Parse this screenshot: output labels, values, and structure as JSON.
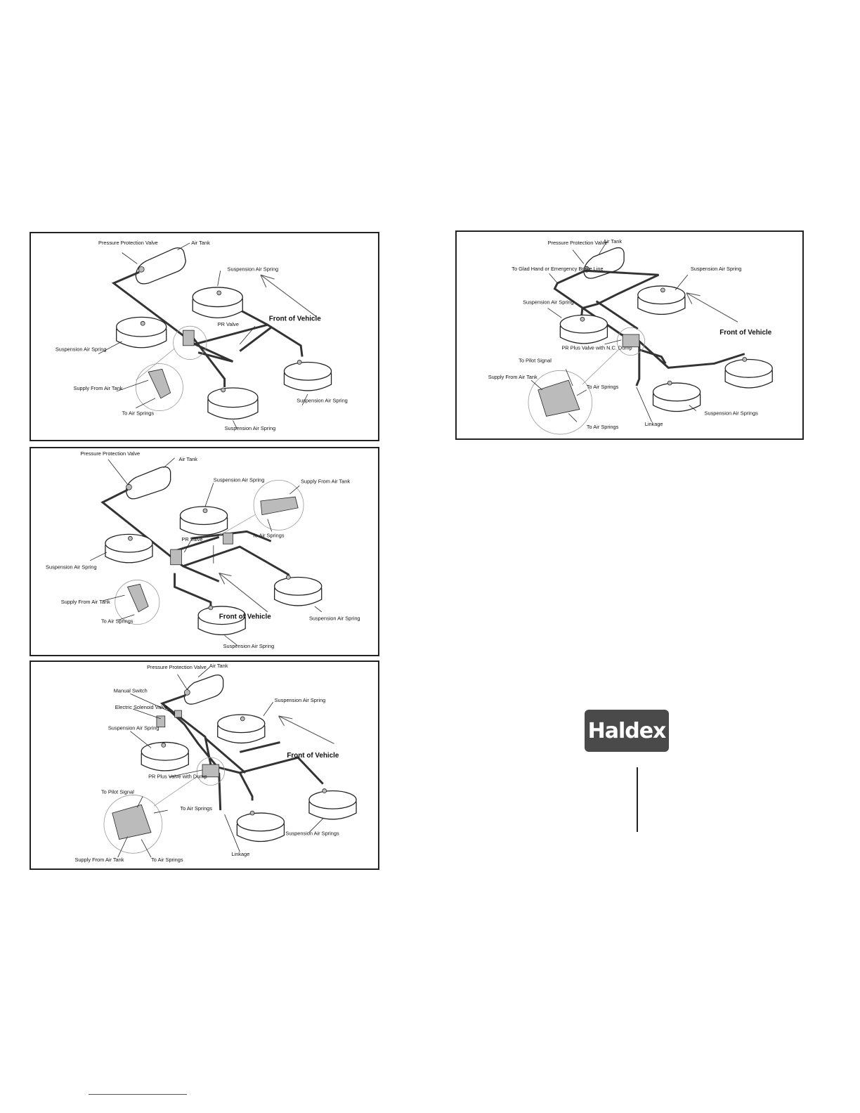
{
  "colors": {
    "line": "#222222",
    "logo_bg": "#4a4a4a",
    "link": "#3355cc"
  },
  "logo": {
    "text": "Haldex"
  },
  "diagram_a": {
    "pressure_protection": "Pressure Protection Valve",
    "air_tank": "Air Tank",
    "spring": "Suspension Air Spring",
    "front": "Front of Vehicle",
    "pr_valve": "PR Valve",
    "supply": "Supply From Air Tank",
    "to_air_springs": "To Air Springs"
  },
  "diagram_b": {
    "pressure_protection": "Pressure Protection Valve",
    "air_tank": "Air Tank",
    "spring": "Suspension Air Spring",
    "front": "Front of Vehicle",
    "pr_valve": "PR Valve",
    "supply": "Supply From Air Tank",
    "to_air_springs": "To Air Springs"
  },
  "diagram_c": {
    "pressure_protection": "Pressure Protection Valve",
    "air_tank": "Air Tank",
    "manual_switch": "Manual Switch",
    "solenoid": "Electric Solenoid Valve",
    "spring": "Suspension Air Spring",
    "springs": "Suspension Air Springs",
    "front": "Front of Vehicle",
    "pr_plus": "PR Plus Valve with Dump",
    "to_pilot": "To Pilot Signal",
    "to_air_springs": "To Air Springs",
    "supply": "Supply From Air Tank",
    "linkage": "Linkage"
  },
  "diagram_d": {
    "pressure_protection": "Pressure Protection Valve",
    "air_tank": "Air Tank",
    "glad_hand": "To Glad Hand or Emergency Brake Line",
    "spring": "Suspension Air Spring",
    "springs": "Suspension Air Springs",
    "front": "Front of Vehicle",
    "pr_plus_nc": "PR Plus Valve with N.C. Dump",
    "to_pilot": "To Pilot Signal",
    "supply": "Supply From Air Tank",
    "to_air_springs": "To Air Springs",
    "linkage": "Linkage"
  }
}
